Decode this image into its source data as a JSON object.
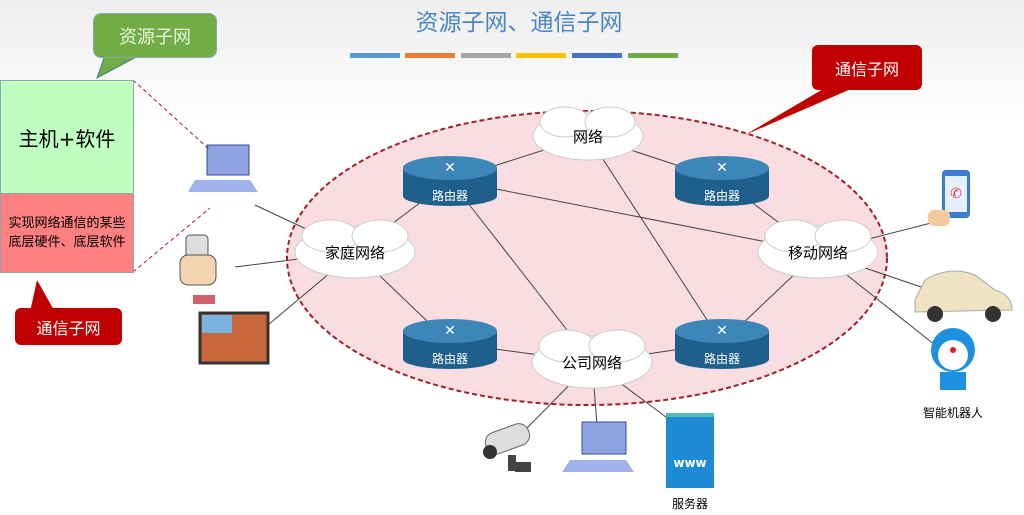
{
  "title": "资源子网、通信子网",
  "title_bar_colors": [
    "#5b9bd5",
    "#ed7d31",
    "#a5a5a5",
    "#ffc000",
    "#4472c4",
    "#70ad47"
  ],
  "left_panel": {
    "resource_box": "主机+软件",
    "comm_box": "实现网络通信的某些底层硬件、底层软件"
  },
  "callouts": {
    "resource": "资源子网",
    "comm_left": "通信子网",
    "comm_right": "通信子网"
  },
  "clouds": {
    "top": "网络",
    "home": "家庭网络",
    "mobile": "移动网络",
    "company": "公司网络"
  },
  "routers": [
    "路由器",
    "路由器",
    "路由器",
    "路由器"
  ],
  "devices": {
    "robot": "智能机器人",
    "server": "服务器",
    "server_badge": "www"
  },
  "colors": {
    "ellipse_fill": "#f9dde0",
    "ellipse_border": "#a0202a",
    "resource_green": "#70ad47",
    "comm_red": "#c00000",
    "router": "#1f5f8b"
  }
}
